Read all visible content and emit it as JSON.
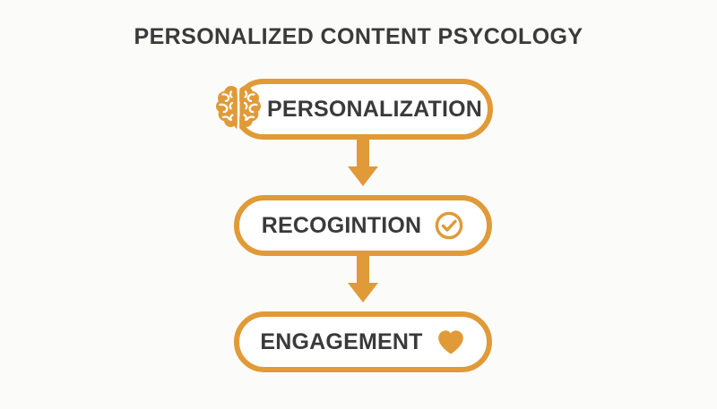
{
  "page": {
    "title": "PERSONALIZED CONTENT PSYCOLOGY",
    "background_color": "#fbfbfa",
    "accent_color": "#e09a38",
    "text_color": "#3a3a3a"
  },
  "flow": {
    "steps": [
      {
        "label": "PERSONALIZATION",
        "icon": "brain-icon",
        "icon_position": "left-overlap",
        "icon_color": "#e09a38"
      },
      {
        "label": "RECOGINTION",
        "icon": "check-circle-icon",
        "icon_position": "right-inline",
        "icon_color": "#e09a38"
      },
      {
        "label": "ENGAGEMENT",
        "icon": "heart-icon",
        "icon_position": "right-inline",
        "icon_color": "#e09a38"
      }
    ],
    "connectors": [
      {
        "icon": "arrow-down-icon",
        "color": "#e09a38"
      },
      {
        "icon": "arrow-down-icon",
        "color": "#e09a38"
      }
    ]
  }
}
